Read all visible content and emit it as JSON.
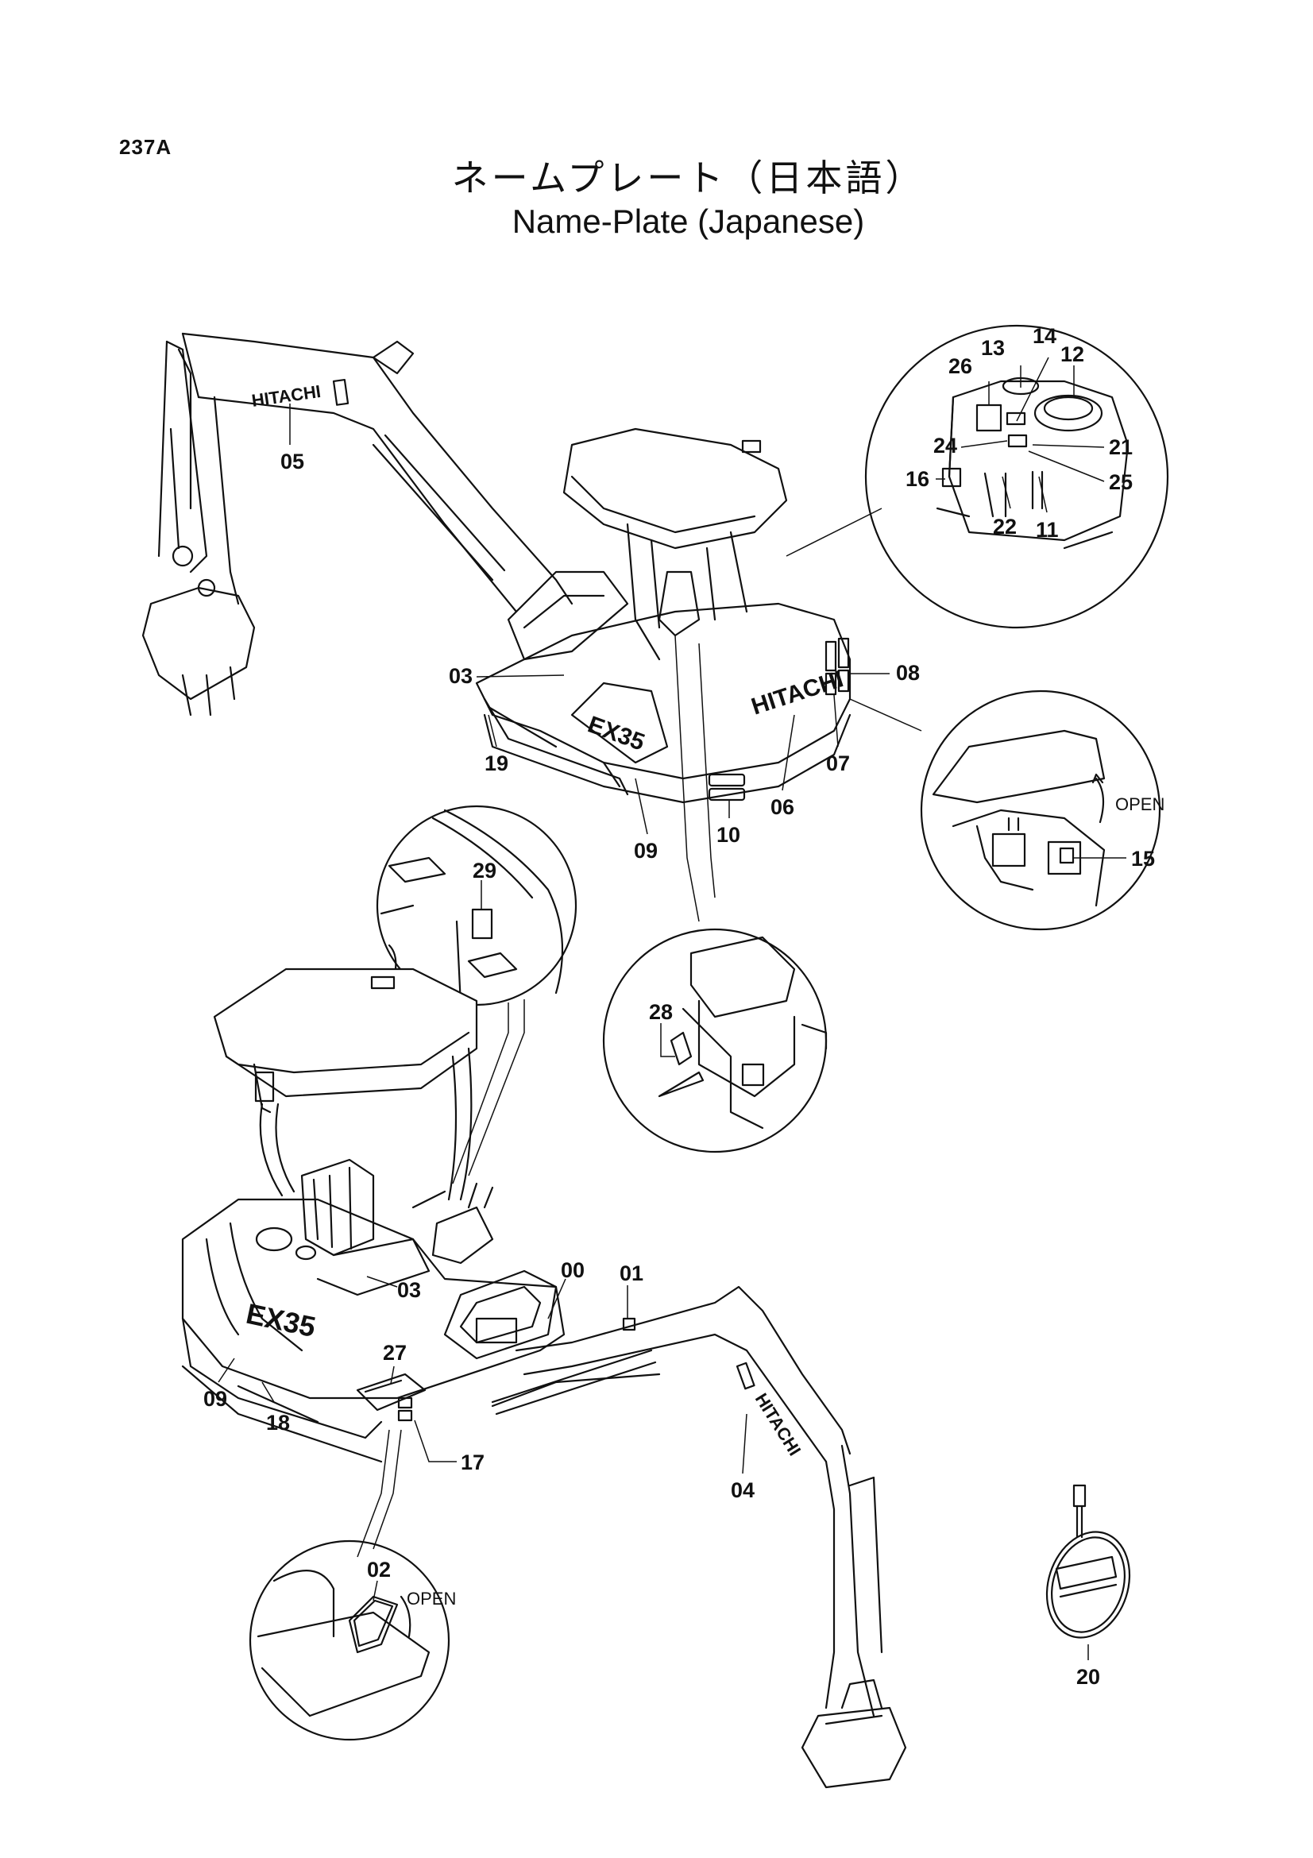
{
  "page_code": "237A",
  "title_ja": "ネームプレート（日本語）",
  "title_en": "Name-Plate (Japanese)",
  "brand_text": "HITACHI",
  "model_text": "EX35",
  "open_label": "OPEN",
  "callouts": {
    "c00": "00",
    "c01": "01",
    "c02": "02",
    "c03a": "03",
    "c03b": "03",
    "c04": "04",
    "c05": "05",
    "c06": "06",
    "c07": "07",
    "c08": "08",
    "c09a": "09",
    "c09b": "09",
    "c10": "10",
    "c11": "11",
    "c12": "12",
    "c13": "13",
    "c14": "14",
    "c15": "15",
    "c16": "16",
    "c17": "17",
    "c18": "18",
    "c19": "19",
    "c20": "20",
    "c21": "21",
    "c22": "22",
    "c24": "24",
    "c25": "25",
    "c26": "26",
    "c27": "27",
    "c28": "28",
    "c29": "29"
  }
}
